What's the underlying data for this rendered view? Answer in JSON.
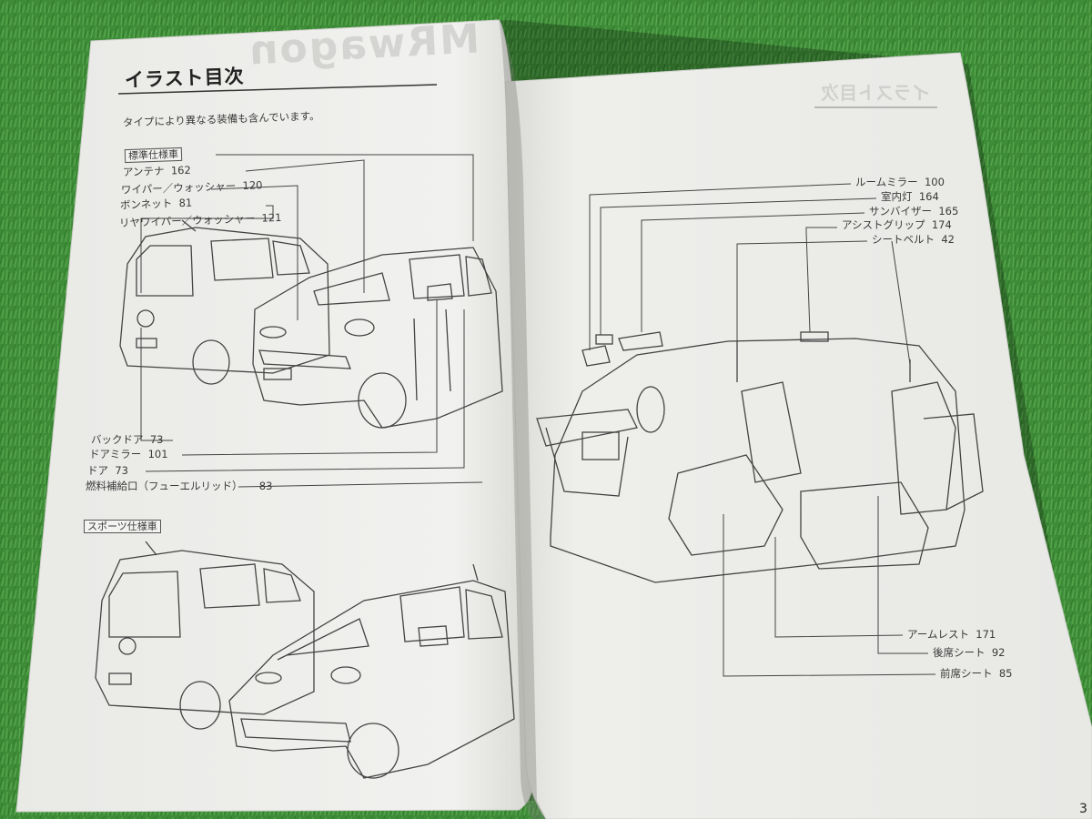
{
  "left_page": {
    "title": "イラスト目次",
    "subtitle": "タイプにより異なる装備も含んでいます。",
    "ghost_logo": "MRwagon",
    "standard_section": {
      "label": "標準仕様車",
      "top_labels": [
        {
          "name": "アンテナ",
          "page": "162"
        },
        {
          "name": "ワイパー／ウォッシャー",
          "page": "120"
        },
        {
          "name": "ボンネット",
          "page": "81"
        },
        {
          "name": "リヤワイパー／ウォッシャー",
          "page": "121"
        }
      ],
      "bottom_labels": [
        {
          "name": "バックドア",
          "page": "73"
        },
        {
          "name": "ドアミラー",
          "page": "101"
        },
        {
          "name": "ドア",
          "page": "73"
        },
        {
          "name": "燃料補給口（フューエルリッド）",
          "page": "83"
        }
      ]
    },
    "sports_section": {
      "label": "スポーツ仕様車"
    }
  },
  "right_page": {
    "ghost_title": "イラスト目次",
    "top_labels": [
      {
        "name": "ルームミラー",
        "page": "100"
      },
      {
        "name": "室内灯",
        "page": "164"
      },
      {
        "name": "サンバイザー",
        "page": "165"
      },
      {
        "name": "アシストグリップ",
        "page": "174"
      },
      {
        "name": "シートベルト",
        "page": "42"
      }
    ],
    "bottom_labels": [
      {
        "name": "アームレスト",
        "page": "171"
      },
      {
        "name": "後席シート",
        "page": "92"
      },
      {
        "name": "前席シート",
        "page": "85"
      }
    ],
    "page_number": "3"
  }
}
